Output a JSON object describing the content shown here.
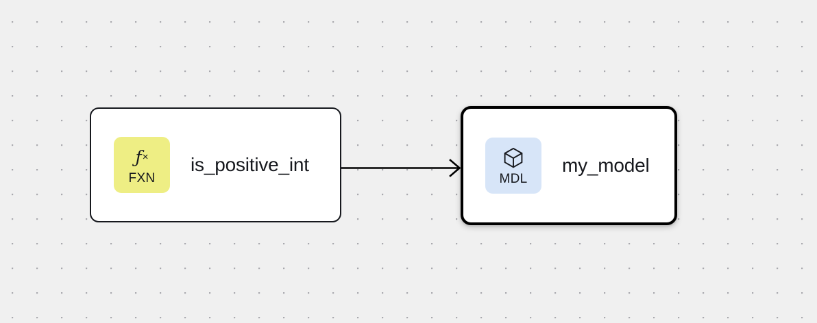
{
  "canvas": {
    "background_color": "#f0f0f0",
    "dot_color": "#a7a7ac",
    "grid_spacing": 36
  },
  "nodes": [
    {
      "id": "is_positive_int",
      "title": "is_positive_int",
      "badge": {
        "label": "FXN",
        "glyph": "fx",
        "glyph_icon_name": "function-fx-icon",
        "color": "#eeee84"
      },
      "selected": false,
      "border_color": "#16181d"
    },
    {
      "id": "my_model",
      "title": "my_model",
      "badge": {
        "label": "MDL",
        "glyph": "cube",
        "glyph_icon_name": "cube-icon",
        "color": "#d7e5f8"
      },
      "selected": true,
      "border_color": "#000000"
    }
  ],
  "edges": [
    {
      "from": "is_positive_int",
      "to": "my_model",
      "color": "#000000",
      "arrowhead": "chevron"
    }
  ]
}
